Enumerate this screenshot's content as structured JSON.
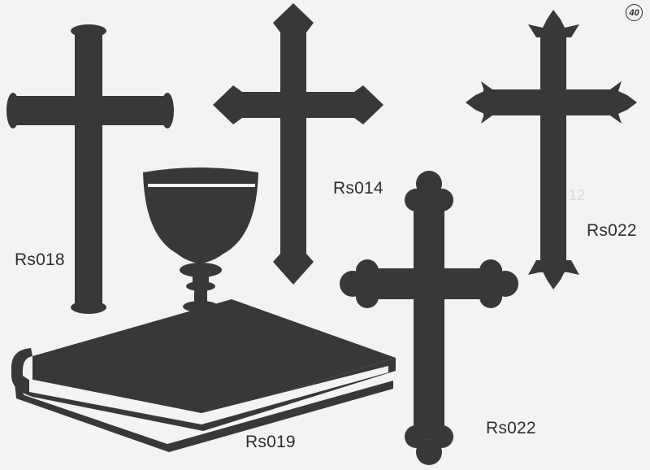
{
  "page": {
    "number": "40"
  },
  "labels": {
    "cross_round_ends": "Rs018",
    "cross_pointed": "Rs014",
    "cross_fleur": "Rs022",
    "chalice_book": "Rs019",
    "cross_trefoil": "Rs022"
  },
  "colors": {
    "ink": "#39373a",
    "paper": "#f4f3f2"
  }
}
